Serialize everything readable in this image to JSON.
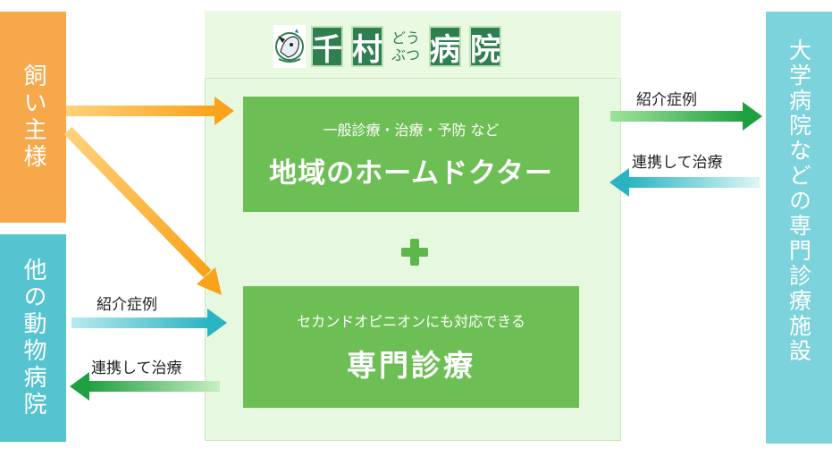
{
  "left_top_box": {
    "label": "飼い主様",
    "color": "#f7a84a"
  },
  "left_bottom_box": {
    "label": "他の動物病院",
    "color": "#55c3d0"
  },
  "right_box": {
    "label": "大学病院などの専門診療施設",
    "color": "#7dd3dc"
  },
  "logo": {
    "tiles": [
      "千",
      "村",
      "病",
      "院"
    ],
    "small_top": "どう",
    "small_bottom": "ぶつ"
  },
  "general_box": {
    "sub": "一般診療・治療・予防 など",
    "main": "地域のホームドクター"
  },
  "specialty_box": {
    "sub": "セカンドオピニオンにも対応できる",
    "main": "専門診療"
  },
  "arrows": {
    "right_referral": "紹介症例",
    "right_cooperation": "連携して治療",
    "left_referral": "紹介症例",
    "left_cooperation": "連携して治療"
  },
  "colors": {
    "orange_arrow": "#f9a21a",
    "green_arrow": "#2aa84a",
    "teal_arrow": "#2ab4c2",
    "box_green": "#6dbf55"
  }
}
